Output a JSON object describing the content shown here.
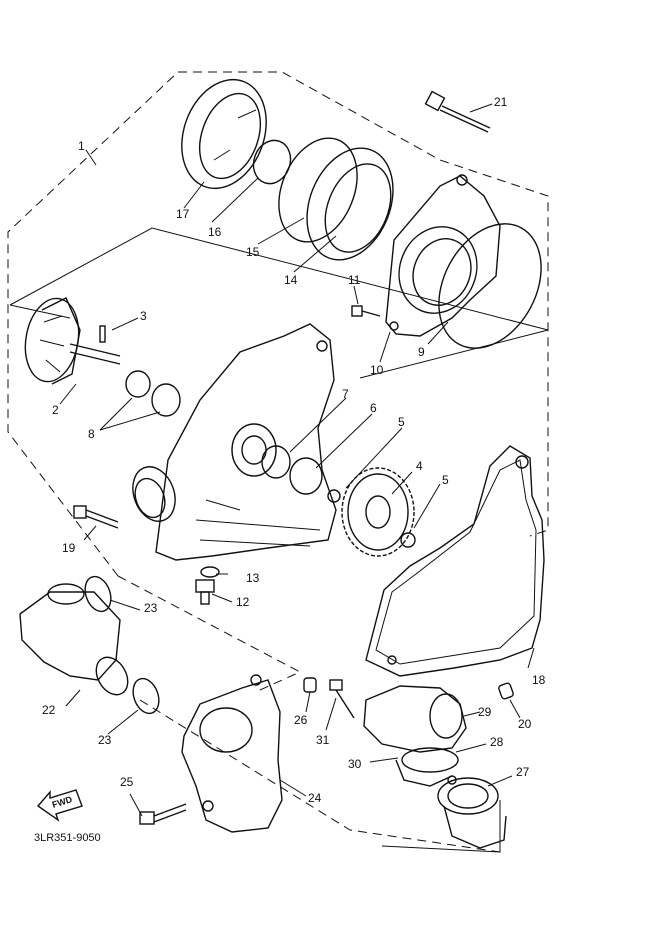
{
  "diagram": {
    "drawing_code": "3LR351-9050",
    "fwd_label": "FWD",
    "callouts": [
      "1",
      "2",
      "3",
      "4",
      "5",
      "6",
      "7",
      "8",
      "9",
      "10",
      "11",
      "12",
      "13",
      "14",
      "15",
      "16",
      "17",
      "18",
      "19",
      "20",
      "21",
      "22",
      "23",
      "24",
      "25",
      "26",
      "27",
      "28",
      "29",
      "30",
      "31"
    ]
  }
}
